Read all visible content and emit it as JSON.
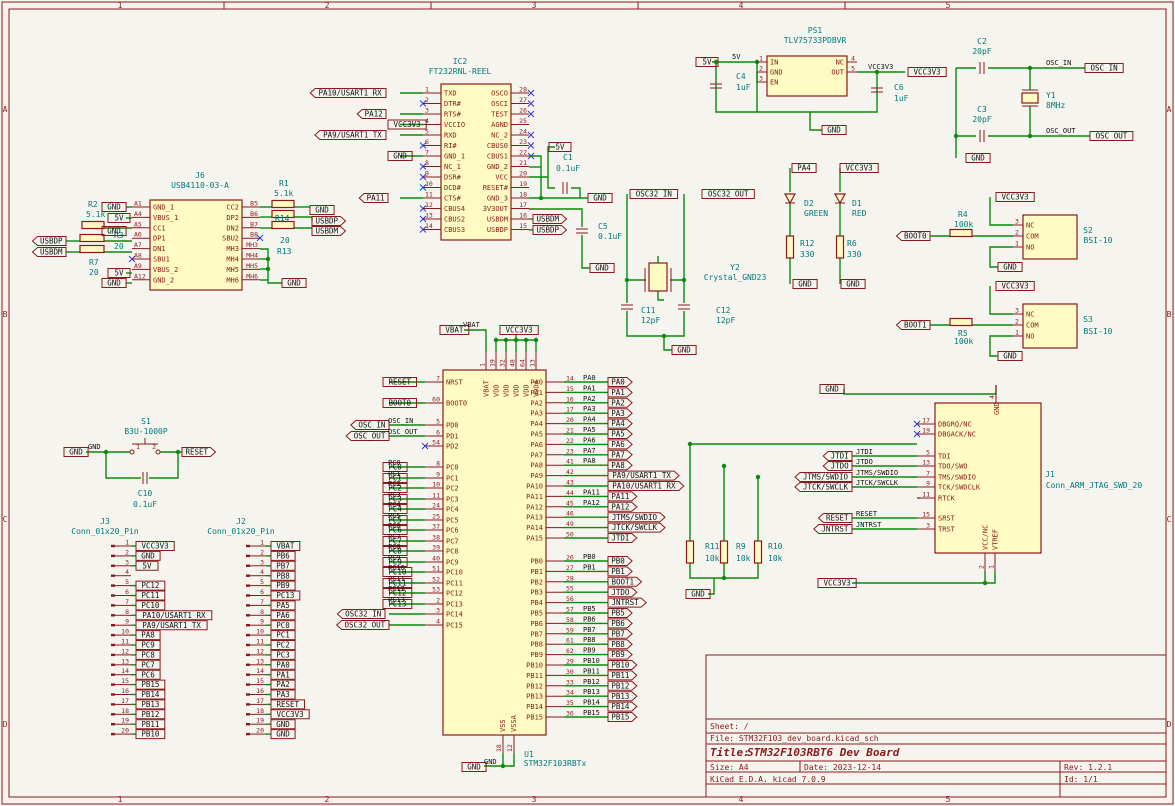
{
  "frame": {
    "cols": [
      "1",
      "2",
      "3",
      "4",
      "5"
    ],
    "rows": [
      "A",
      "B",
      "C",
      "D"
    ]
  },
  "title_block": {
    "sheet": "Sheet: /",
    "file": "File: STM32F103_dev_board.kicad_sch",
    "title_label": "Title:",
    "title": "STM32F103RBT6 Dev Board",
    "size": "Size: A4",
    "date": "Date: 2023-12-14",
    "rev": "Rev: 1.2.1",
    "tool": "KiCad E.D.A.  kicad 7.0.9",
    "id": "Id: 1/1"
  },
  "components": {
    "ps1": {
      "ref": "PS1",
      "value": "TLV75733PDBVR",
      "pins": [
        {
          "n": "1",
          "name": "IN"
        },
        {
          "n": "2",
          "name": "GND"
        },
        {
          "n": "3",
          "name": "EN"
        },
        {
          "n": "4",
          "name": "NC"
        },
        {
          "n": "5",
          "name": "OUT"
        }
      ]
    },
    "c4": {
      "ref": "C4",
      "value": "1uF"
    },
    "c6": {
      "ref": "C6",
      "value": "1uF"
    },
    "c2": {
      "ref": "C2",
      "value": "20pF"
    },
    "c3": {
      "ref": "C3",
      "value": "20pF"
    },
    "y1": {
      "ref": "Y1",
      "value": "8MHz"
    },
    "ic2": {
      "ref": "IC2",
      "value": "FT232RNL-REEL",
      "left_pins": [
        {
          "n": "1",
          "name": "TXD"
        },
        {
          "n": "2",
          "name": "DTR#"
        },
        {
          "n": "3",
          "name": "RTS#"
        },
        {
          "n": "4",
          "name": "VCCIO"
        },
        {
          "n": "5",
          "name": "RXD"
        },
        {
          "n": "6",
          "name": "RI#"
        },
        {
          "n": "7",
          "name": "GND_1"
        },
        {
          "n": "8",
          "name": "NC_1"
        },
        {
          "n": "9",
          "name": "DSR#"
        },
        {
          "n": "10",
          "name": "DCD#"
        },
        {
          "n": "11",
          "name": "CTS#"
        },
        {
          "n": "12",
          "name": "CBUS4"
        },
        {
          "n": "13",
          "name": "CBUS2"
        },
        {
          "n": "14",
          "name": "CBUS3"
        }
      ],
      "right_pins": [
        {
          "n": "28",
          "name": "OSCO"
        },
        {
          "n": "27",
          "name": "OSCI"
        },
        {
          "n": "26",
          "name": "TEST"
        },
        {
          "n": "25",
          "name": "AGND"
        },
        {
          "n": "24",
          "name": "NC_2"
        },
        {
          "n": "23",
          "name": "CBUS0"
        },
        {
          "n": "22",
          "name": "CBUS1"
        },
        {
          "n": "21",
          "name": "GND_2"
        },
        {
          "n": "20",
          "name": "VCC"
        },
        {
          "n": "19",
          "name": "RESET#"
        },
        {
          "n": "18",
          "name": "GND_3"
        },
        {
          "n": "17",
          "name": "3V3OUT"
        },
        {
          "n": "16",
          "name": "USBDM"
        },
        {
          "n": "15",
          "name": "USBDP"
        }
      ]
    },
    "c1": {
      "ref": "C1",
      "value": "0.1uF"
    },
    "c5": {
      "ref": "C5",
      "value": "0.1uF"
    },
    "j6": {
      "ref": "J6",
      "value": "USB4110-03-A",
      "left_pins": [
        {
          "n": "A1",
          "name": "GND_1"
        },
        {
          "n": "A4",
          "name": "VBUS_1"
        },
        {
          "n": "A5",
          "name": "CC1"
        },
        {
          "n": "A6",
          "name": "DP1"
        },
        {
          "n": "A7",
          "name": "DN1"
        },
        {
          "n": "A8",
          "name": "SBU1"
        },
        {
          "n": "A9",
          "name": "VBUS_2"
        },
        {
          "n": "A12",
          "name": "GND_2"
        }
      ],
      "right_pins": [
        {
          "n": "B5",
          "name": "CC2"
        },
        {
          "n": "B6",
          "name": "DP2"
        },
        {
          "n": "B7",
          "name": "DN2"
        },
        {
          "n": "B8",
          "name": "SBU2"
        },
        {
          "n": "MH3",
          "name": "MH3"
        },
        {
          "n": "MH4",
          "name": "MH4"
        },
        {
          "n": "MH5",
          "name": "MH5"
        },
        {
          "n": "MH6",
          "name": "MH6"
        }
      ]
    },
    "r1": {
      "ref": "R1",
      "value": "5.1k"
    },
    "r2": {
      "ref": "R2",
      "value": "5.1k"
    },
    "r3": {
      "ref": "R3",
      "value": "20"
    },
    "r7": {
      "ref": "R7",
      "value": "20"
    },
    "r13": {
      "ref": "R13",
      "value": "20"
    },
    "r14": {
      "ref": "R14",
      "value": "20"
    },
    "d1": {
      "ref": "D1",
      "value": "RED"
    },
    "d2": {
      "ref": "D2",
      "value": "GREEN"
    },
    "r6": {
      "ref": "R6",
      "value": "330"
    },
    "r12": {
      "ref": "R12",
      "value": "330"
    },
    "y2": {
      "ref": "Y2",
      "value": "Crystal_GND23"
    },
    "c11": {
      "ref": "C11",
      "value": "12pF"
    },
    "c12": {
      "ref": "C12",
      "value": "12pF"
    },
    "s2": {
      "ref": "S2",
      "value": "BSI-10",
      "pins": [
        {
          "n": "3",
          "name": "NC"
        },
        {
          "n": "2",
          "name": "COM"
        },
        {
          "n": "1",
          "name": "NO"
        }
      ]
    },
    "s3": {
      "ref": "S3",
      "value": "BSI-10",
      "pins": [
        {
          "n": "3",
          "name": "NC"
        },
        {
          "n": "2",
          "name": "COM"
        },
        {
          "n": "1",
          "name": "NO"
        }
      ]
    },
    "r4": {
      "ref": "R4",
      "value": "100k"
    },
    "r5": {
      "ref": "R5",
      "value": "100k"
    },
    "s1": {
      "ref": "S1",
      "value": "B3U-1000P",
      "pins": [
        "1",
        "2"
      ]
    },
    "c10": {
      "ref": "C10",
      "value": "0.1uF"
    },
    "u1": {
      "ref": "U1",
      "value": "STM32F103RBTx",
      "top_pins": [
        {
          "n": "1",
          "name": "VBAT"
        },
        {
          "n": "19",
          "name": "VDD"
        },
        {
          "n": "32",
          "name": "VDD"
        },
        {
          "n": "48",
          "name": "VDD"
        },
        {
          "n": "64",
          "name": "VDD"
        },
        {
          "n": "13",
          "name": "VDDA"
        }
      ],
      "bottom_pins": [
        {
          "n": "18",
          "name": "VSS"
        },
        {
          "n": "12",
          "name": "VSSA"
        }
      ],
      "left_pins": [
        {
          "n": "7",
          "name": "NRST"
        },
        {
          "n": "60",
          "name": "BOOT0"
        },
        {
          "n": "5",
          "name": "PD0"
        },
        {
          "n": "6",
          "name": "PD1"
        },
        {
          "n": "54",
          "name": "PD2"
        },
        {
          "n": "8",
          "name": "PC0"
        },
        {
          "n": "9",
          "name": "PC1"
        },
        {
          "n": "10",
          "name": "PC2"
        },
        {
          "n": "11",
          "name": "PC3"
        },
        {
          "n": "24",
          "name": "PC4"
        },
        {
          "n": "25",
          "name": "PC5"
        },
        {
          "n": "37",
          "name": "PC6"
        },
        {
          "n": "38",
          "name": "PC7"
        },
        {
          "n": "39",
          "name": "PC8"
        },
        {
          "n": "40",
          "name": "PC9"
        },
        {
          "n": "51",
          "name": "PC10"
        },
        {
          "n": "52",
          "name": "PC11"
        },
        {
          "n": "53",
          "name": "PC12"
        },
        {
          "n": "2",
          "name": "PC13"
        },
        {
          "n": "3",
          "name": "PC14"
        },
        {
          "n": "4",
          "name": "PC15"
        }
      ],
      "right_pins_a": [
        {
          "n": "14",
          "name": "PA0"
        },
        {
          "n": "15",
          "name": "PA1"
        },
        {
          "n": "16",
          "name": "PA2"
        },
        {
          "n": "17",
          "name": "PA3"
        },
        {
          "n": "20",
          "name": "PA4"
        },
        {
          "n": "21",
          "name": "PA5"
        },
        {
          "n": "22",
          "name": "PA6"
        },
        {
          "n": "23",
          "name": "PA7"
        },
        {
          "n": "41",
          "name": "PA8"
        },
        {
          "n": "42",
          "name": "PA9"
        },
        {
          "n": "43",
          "name": "PA10"
        },
        {
          "n": "44",
          "name": "PA11"
        },
        {
          "n": "45",
          "name": "PA12"
        },
        {
          "n": "46",
          "name": "PA13"
        },
        {
          "n": "49",
          "name": "PA14"
        },
        {
          "n": "50",
          "name": "PA15"
        }
      ],
      "right_pins_b": [
        {
          "n": "26",
          "name": "PB0"
        },
        {
          "n": "27",
          "name": "PB1"
        },
        {
          "n": "28",
          "name": "PB2"
        },
        {
          "n": "55",
          "name": "PB3"
        },
        {
          "n": "56",
          "name": "PB4"
        },
        {
          "n": "57",
          "name": "PB5"
        },
        {
          "n": "58",
          "name": "PB6"
        },
        {
          "n": "59",
          "name": "PB7"
        },
        {
          "n": "61",
          "name": "PB8"
        },
        {
          "n": "62",
          "name": "PB9"
        },
        {
          "n": "29",
          "name": "PB10"
        },
        {
          "n": "30",
          "name": "PB11"
        },
        {
          "n": "33",
          "name": "PB12"
        },
        {
          "n": "34",
          "name": "PB13"
        },
        {
          "n": "35",
          "name": "PB14"
        },
        {
          "n": "36",
          "name": "PB15"
        }
      ]
    },
    "j1": {
      "ref": "J1",
      "value": "Conn_ARM_JTAG_SWD_20",
      "left_pins": [
        {
          "n": "17",
          "name": "DBGRQ/NC"
        },
        {
          "n": "19",
          "name": "DBGACK/NC"
        },
        {
          "n": "5",
          "name": "TDI"
        },
        {
          "n": "13",
          "name": "TDO/SWO"
        },
        {
          "n": "7",
          "name": "TMS/SWDIO"
        },
        {
          "n": "9",
          "name": "TCK/SWDCLK"
        },
        {
          "n": "11",
          "name": "RTCK"
        },
        {
          "n": "15",
          "name": "SRST"
        },
        {
          "n": "3",
          "name": "TRST"
        }
      ],
      "top_pin": {
        "n": "4",
        "name": "GND"
      },
      "bottom_pins": [
        {
          "n": "2",
          "name": "VCC/NC"
        },
        {
          "n": "1",
          "name": "VTREF"
        }
      ]
    },
    "r9": {
      "ref": "R9",
      "value": "10k"
    },
    "r10": {
      "ref": "R10",
      "value": "10k"
    },
    "r11": {
      "ref": "R11",
      "value": "10k"
    },
    "j3": {
      "ref": "J3",
      "value": "Conn_01x20_Pin",
      "pins": [
        {
          "n": "1",
          "net": "VCC3V3"
        },
        {
          "n": "2",
          "net": "GND"
        },
        {
          "n": "3",
          "net": "5V"
        },
        {
          "n": "4",
          "net": ""
        },
        {
          "n": "5",
          "net": "PC12"
        },
        {
          "n": "6",
          "net": "PC11"
        },
        {
          "n": "7",
          "net": "PC10"
        },
        {
          "n": "8",
          "net": "PA10/USART1_RX"
        },
        {
          "n": "9",
          "net": "PA9/USART1_TX"
        },
        {
          "n": "10",
          "net": "PA8"
        },
        {
          "n": "11",
          "net": "PC9"
        },
        {
          "n": "12",
          "net": "PC8"
        },
        {
          "n": "13",
          "net": "PC7"
        },
        {
          "n": "14",
          "net": "PC6"
        },
        {
          "n": "15",
          "net": "PB15"
        },
        {
          "n": "16",
          "net": "PB14"
        },
        {
          "n": "17",
          "net": "PB13"
        },
        {
          "n": "18",
          "net": "PB12"
        },
        {
          "n": "19",
          "net": "PB11"
        },
        {
          "n": "20",
          "net": "PB10"
        }
      ]
    },
    "j2": {
      "ref": "J2",
      "value": "Conn_01x20_Pin",
      "pins": [
        {
          "n": "1",
          "net": "VBAT"
        },
        {
          "n": "2",
          "net": "PB6"
        },
        {
          "n": "3",
          "net": "PB7"
        },
        {
          "n": "4",
          "net": "PB8"
        },
        {
          "n": "5",
          "net": "PB9"
        },
        {
          "n": "6",
          "net": "PC13"
        },
        {
          "n": "7",
          "net": "PA5"
        },
        {
          "n": "8",
          "net": "PA6"
        },
        {
          "n": "9",
          "net": "PC0"
        },
        {
          "n": "10",
          "net": "PC1"
        },
        {
          "n": "11",
          "net": "PC2"
        },
        {
          "n": "12",
          "net": "PC3"
        },
        {
          "n": "13",
          "net": "PA0"
        },
        {
          "n": "14",
          "net": "PA1"
        },
        {
          "n": "15",
          "net": "PA2"
        },
        {
          "n": "16",
          "net": "PA3"
        },
        {
          "n": "17",
          "net": "RESET"
        },
        {
          "n": "18",
          "net": "VCC3V3"
        },
        {
          "n": "19",
          "net": "GND"
        },
        {
          "n": "20",
          "net": "GND"
        }
      ]
    }
  },
  "nets": {
    "gnd": "GND",
    "v5": "5V",
    "vcc": "VCC3V3",
    "vbat": "VBAT",
    "osc_in": "OSC_IN",
    "osc_out": "OSC_OUT",
    "osc32_in": "OSC32_IN",
    "osc32_out": "OSC32_OUT",
    "pa10": "PA10/USART1_RX",
    "pa9": "PA9/USART1_TX",
    "pa12": "PA12",
    "pa11": "PA11",
    "pa4": "PA4",
    "usbdp": "USBDP",
    "usbdm": "USBDM",
    "boot0": "BOOT0",
    "boot1": "BOOT1",
    "reset": "RESET",
    "jtdi": "JTDI",
    "jtdo": "JTDO",
    "jtms": "JTMS/SWDIO",
    "jtck": "JTCK/SWCLK",
    "jntrst": "JNTRST"
  },
  "u1_left_labels": [
    "RESET",
    "BOOT0",
    "OSC_IN",
    "OSC_OUT",
    "",
    "PC0",
    "PC1",
    "PC2",
    "PC3",
    "PC4",
    "PC5",
    "PC6",
    "PC7",
    "PC8",
    "PC9",
    "PC10",
    "PC11",
    "PC12",
    "PC13",
    "OSC32_IN",
    "OSC32_OUT"
  ],
  "u1_left_netnames": [
    "",
    "",
    "OSC_IN",
    "OSC_OUT",
    "",
    "PC0",
    "PC1",
    "PC2",
    "PC3",
    "PC4",
    "PC5",
    "PC6",
    "PC7",
    "PC8",
    "PC9",
    "PC10",
    "PC11",
    "PC12",
    "PC13",
    "",
    ""
  ],
  "u1_right_labels_a": [
    "PA0",
    "PA1",
    "PA2",
    "PA3",
    "PA4",
    "PA5",
    "PA6",
    "PA7",
    "PA8",
    "PA9/USART1_TX",
    "PA10/USART1_RX",
    "PA11",
    "PA12",
    "JTMS/SWDIO",
    "JTCK/SWCLK",
    "JTDI"
  ],
  "u1_right_netnames_a": [
    "PA0",
    "PA1",
    "PA2",
    "PA3",
    "PA4",
    "PA5",
    "PA6",
    "PA7",
    "PA8",
    "",
    "",
    "PA11",
    "PA12",
    "",
    "",
    ""
  ],
  "u1_right_labels_b": [
    "PB0",
    "PB1",
    "BOOT1",
    "JTDO",
    "JNTRST",
    "PB5",
    "PB6",
    "PB7",
    "PB8",
    "PB9",
    "PB10",
    "PB11",
    "PB12",
    "PB13",
    "PB14",
    "PB15"
  ],
  "u1_right_netnames_b": [
    "PB0",
    "PB1",
    "",
    "",
    "",
    "PB5",
    "PB6",
    "PB7",
    "PB8",
    "PB9",
    "PB10",
    "PB11",
    "PB12",
    "PB13",
    "PB14",
    "PB15"
  ],
  "ic2_left_labels": [
    "PA10/USART1_RX",
    "",
    "PA12",
    "VCC3V3",
    "PA9/USART1_TX",
    "",
    "GND",
    "",
    "",
    "",
    "PA11",
    "",
    "",
    ""
  ],
  "j1_left_labels": [
    "",
    "",
    "JTDI",
    "JTDO",
    "JTMS/SWDIO",
    "JTCK/SWCLK",
    "",
    "RESET",
    "JNTRST"
  ],
  "j1_left_netnames": [
    "",
    "",
    "JTDI",
    "JTDO",
    "JTMS/SWDIO",
    "JTCK/SWCLK",
    "",
    "RESET",
    "JNTRST"
  ]
}
